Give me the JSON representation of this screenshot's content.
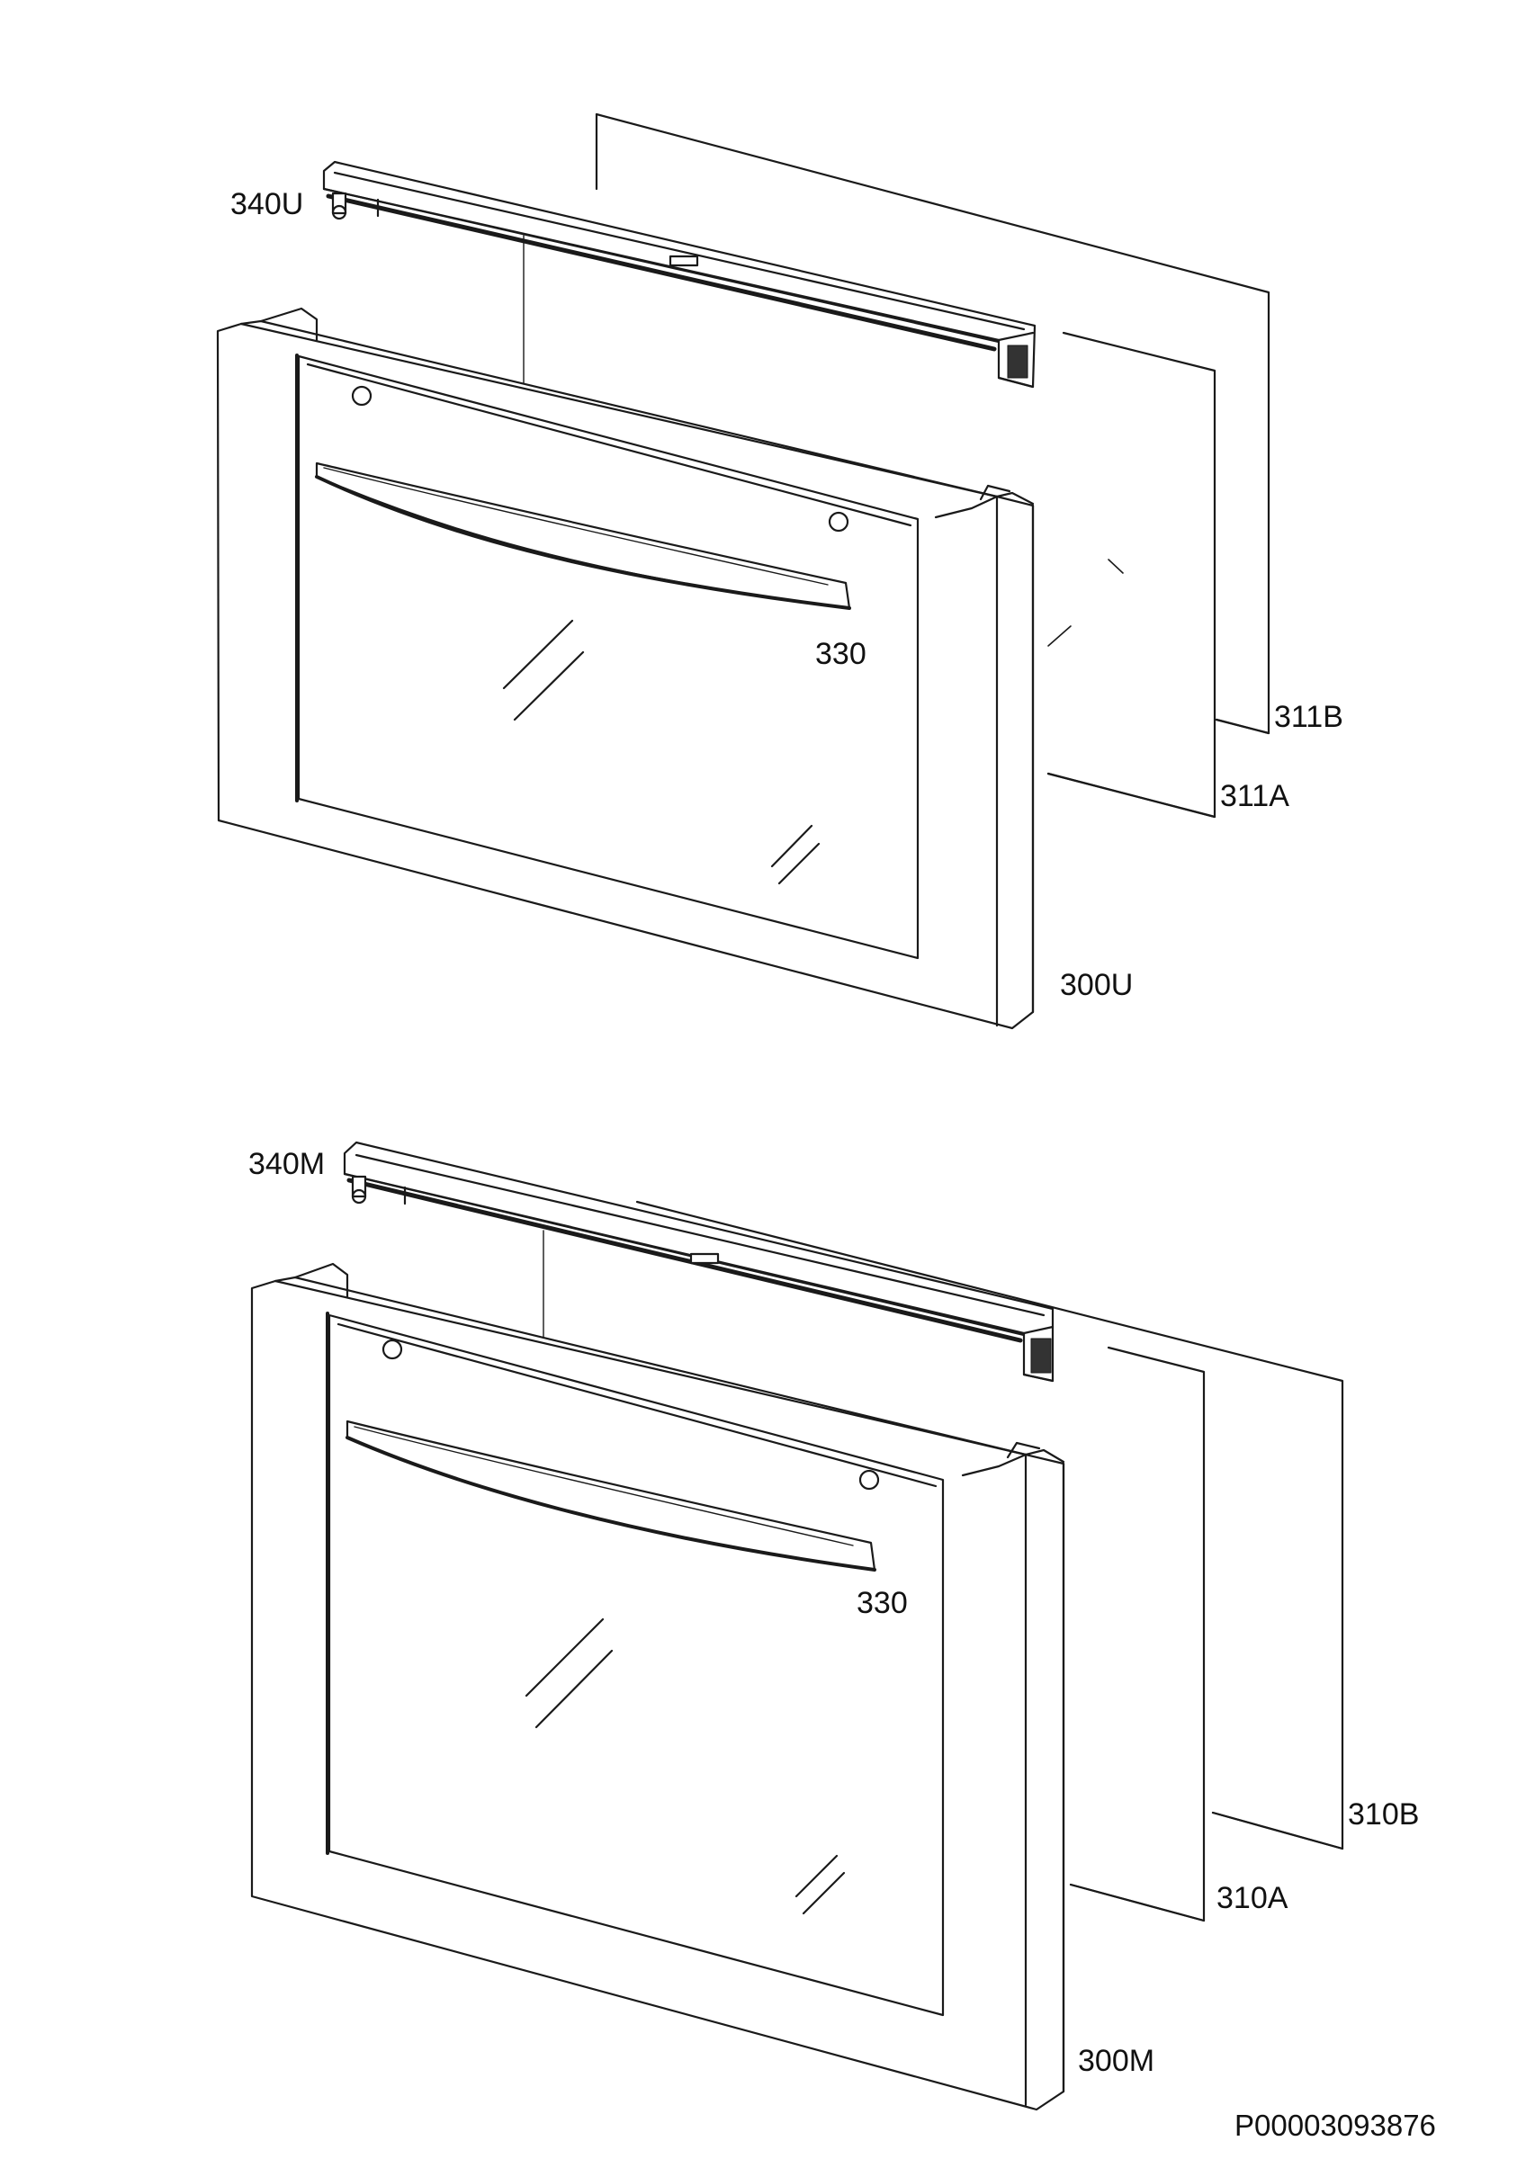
{
  "diagram": {
    "upper_door": {
      "labels": {
        "top_trim": "340U",
        "handle": "330",
        "glass_outer": "311B",
        "glass_inner": "311A",
        "door": "300U"
      }
    },
    "middle_door": {
      "labels": {
        "top_trim": "340M",
        "handle": "330",
        "glass_outer": "310B",
        "glass_inner": "310A",
        "door": "300M"
      }
    },
    "reference_code": "P00003093876"
  },
  "colors": {
    "line": "#1a1a1a",
    "background": "#ffffff"
  }
}
